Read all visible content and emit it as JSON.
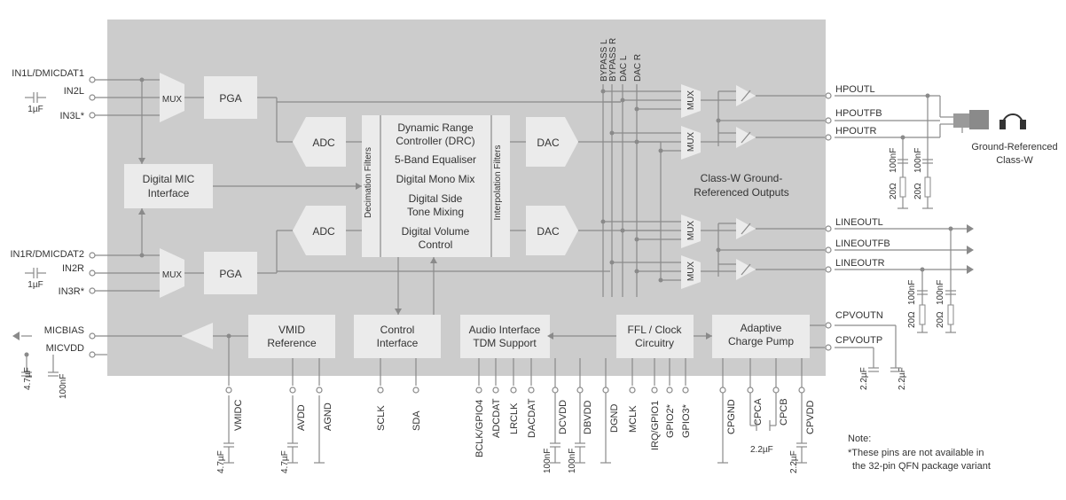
{
  "blocks": {
    "mux": "MUX",
    "pga": "PGA",
    "adc": "ADC",
    "dac": "DAC",
    "dmic": [
      "Digital MIC",
      "Interface"
    ],
    "decim": "Decimation Filters",
    "interp": "Interpolation Filters",
    "dsp": [
      "Dynamic Range",
      "Controller (DRC)",
      "5-Band Equaliser",
      "Digital Mono Mix",
      "Digital Side",
      "Tone Mixing",
      "Digital Volume",
      "Control"
    ],
    "vmid": [
      "VMID",
      "Reference"
    ],
    "ctrl": [
      "Control",
      "Interface"
    ],
    "aif": [
      "Audio Interface",
      "TDM Support"
    ],
    "ffl": [
      "FFL / Clock",
      "Circuitry"
    ],
    "cp": [
      "Adaptive",
      "Charge Pump"
    ],
    "classw": [
      "Class-W Ground-",
      "Referenced Outputs"
    ]
  },
  "left_pins": [
    "IN1L/DMICDAT1",
    "IN2L",
    "IN3L*",
    "IN1R/DMICDAT2",
    "IN2R",
    "IN3R*",
    "MICBIAS",
    "MICVDD"
  ],
  "cap_1uf": "1µF",
  "bus_labels": [
    "BYPASS L",
    "BYPASS R",
    "DAC L",
    "DAC R"
  ],
  "right_pins": [
    "HPOUTL",
    "HPOUTFB",
    "HPOUTR",
    "LINEOUTL",
    "LINEOUTFB",
    "LINEOUTR",
    "CPVOUTN",
    "CPVOUTP"
  ],
  "headphone_label": [
    "Ground-Referenced",
    "Class-W"
  ],
  "bottom_pins": [
    "VMIDC",
    "AVDD",
    "AGND",
    "SCLK",
    "SDA",
    "BCLK/GPIO4",
    "ADCDAT",
    "LRCLK",
    "DACDAT",
    "DCVDD",
    "DBVDD",
    "DGND",
    "MCLK",
    "IRQ/GPIO1",
    "GPIO2*",
    "GPIO3*",
    "CPGND",
    "CPCA",
    "CPCB",
    "CPVDD"
  ],
  "components": {
    "c47": "4.7µF",
    "c100": "100nF",
    "c22": "2.2µF",
    "r20": "20Ω"
  },
  "note": [
    "Note:",
    "*These pins are not available in",
    "the 32-pin QFN package variant"
  ],
  "colors": {
    "chip": "#cccccc",
    "block": "#ebebeb",
    "wire": "#8a8a8a"
  }
}
